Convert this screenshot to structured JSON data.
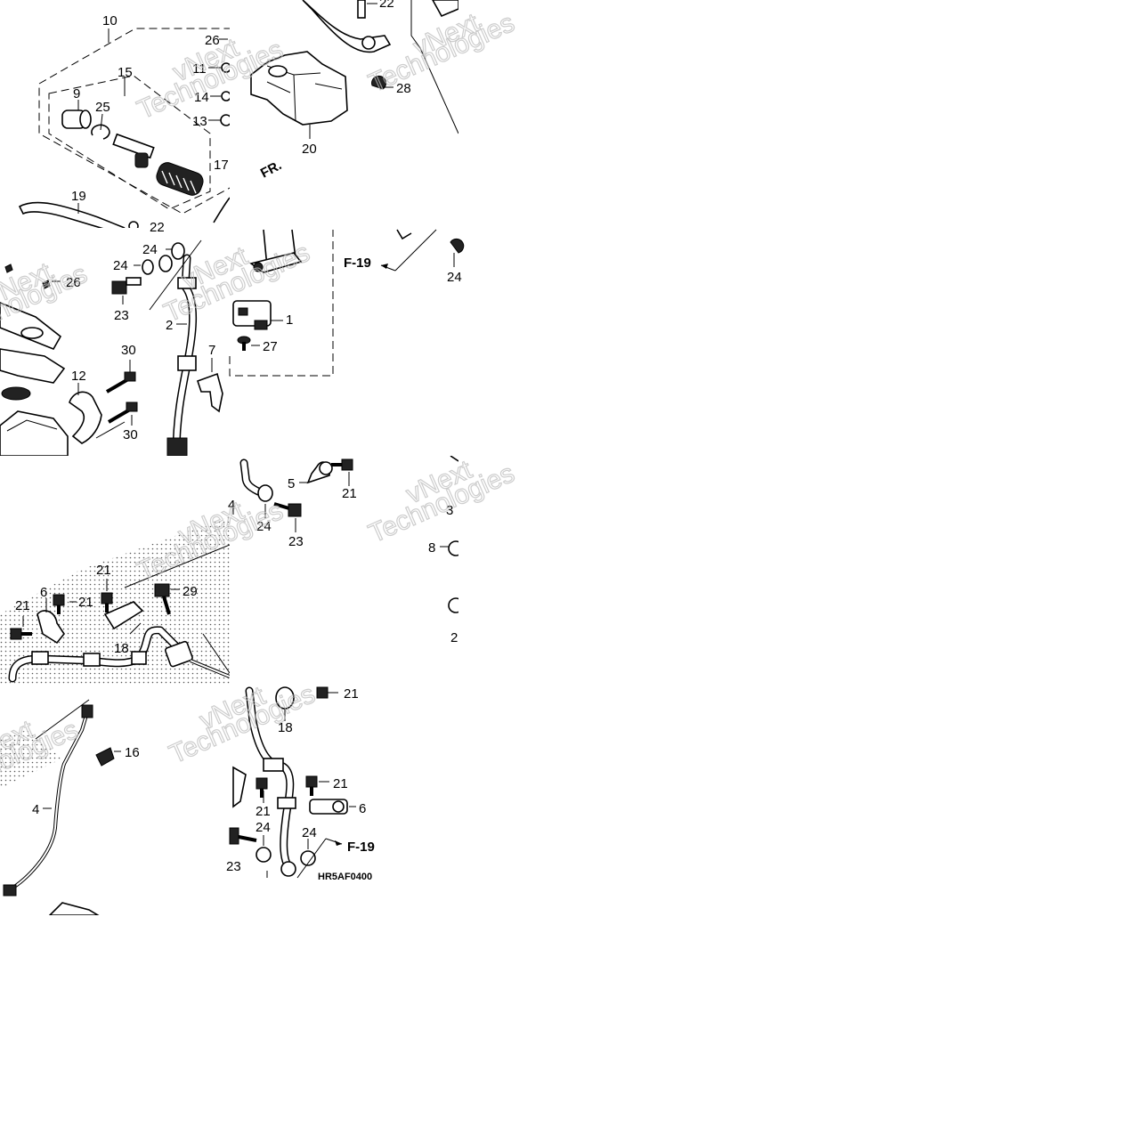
{
  "diagram": {
    "callouts": [
      "10",
      "22",
      "26",
      "11",
      "14",
      "13",
      "15",
      "9",
      "25",
      "17",
      "28",
      "20",
      "19",
      "22",
      "24",
      "24",
      "23",
      "26",
      "2",
      "30",
      "7",
      "12",
      "30",
      "1",
      "27",
      "24",
      "5",
      "21",
      "24",
      "23",
      "4",
      "3",
      "8",
      "21",
      "6",
      "21",
      "21",
      "29",
      "18",
      "2",
      "21",
      "18",
      "16",
      "4",
      "21",
      "6",
      "21",
      "24",
      "24",
      "23"
    ],
    "reference_labels": [
      "FR.",
      "F-19",
      "F-19"
    ],
    "diagram_code": "HR5AF0400",
    "watermark_lines": [
      "vNext",
      "Technologies"
    ]
  }
}
